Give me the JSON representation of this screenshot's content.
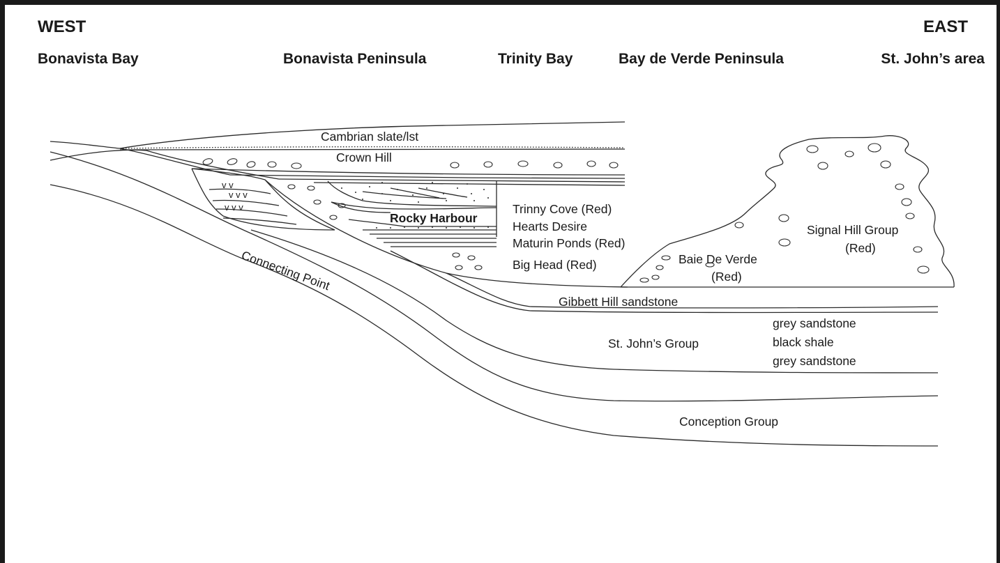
{
  "header": {
    "west": "WEST",
    "east": "EAST",
    "regions": [
      "Bonavista Bay",
      "Bonavista Peninsula",
      "Trinity Bay",
      "Bay de Verde Peninsula",
      "St. John’s area"
    ]
  },
  "units": {
    "cambrian": "Cambrian slate/lst",
    "crown_hill": "Crown Hill",
    "rocky_harbour": "Rocky Harbour",
    "trinny_cove": "Trinny Cove (Red)",
    "hearts_desire": "Hearts Desire",
    "maturin_ponds": "Maturin Ponds (Red)",
    "big_head": "Big Head (Red)",
    "baie_de_verde_1": "Baie De Verde",
    "baie_de_verde_2": "(Red)",
    "signal_hill_1": "Signal Hill Group",
    "signal_hill_2": "(Red)",
    "gibbett_hill": "Gibbett Hill sandstone",
    "st_johns_group": "St. John’s Group",
    "grey_sandstone_upper": "grey sandstone",
    "black_shale": "black shale",
    "grey_sandstone_lower": "grey sandstone",
    "connecting_point": "Connecting Point",
    "conception_group": "Conception Group"
  },
  "colors": {
    "ink": "#1a1a1a",
    "line": "#2a2a2a",
    "background": "#ffffff"
  }
}
